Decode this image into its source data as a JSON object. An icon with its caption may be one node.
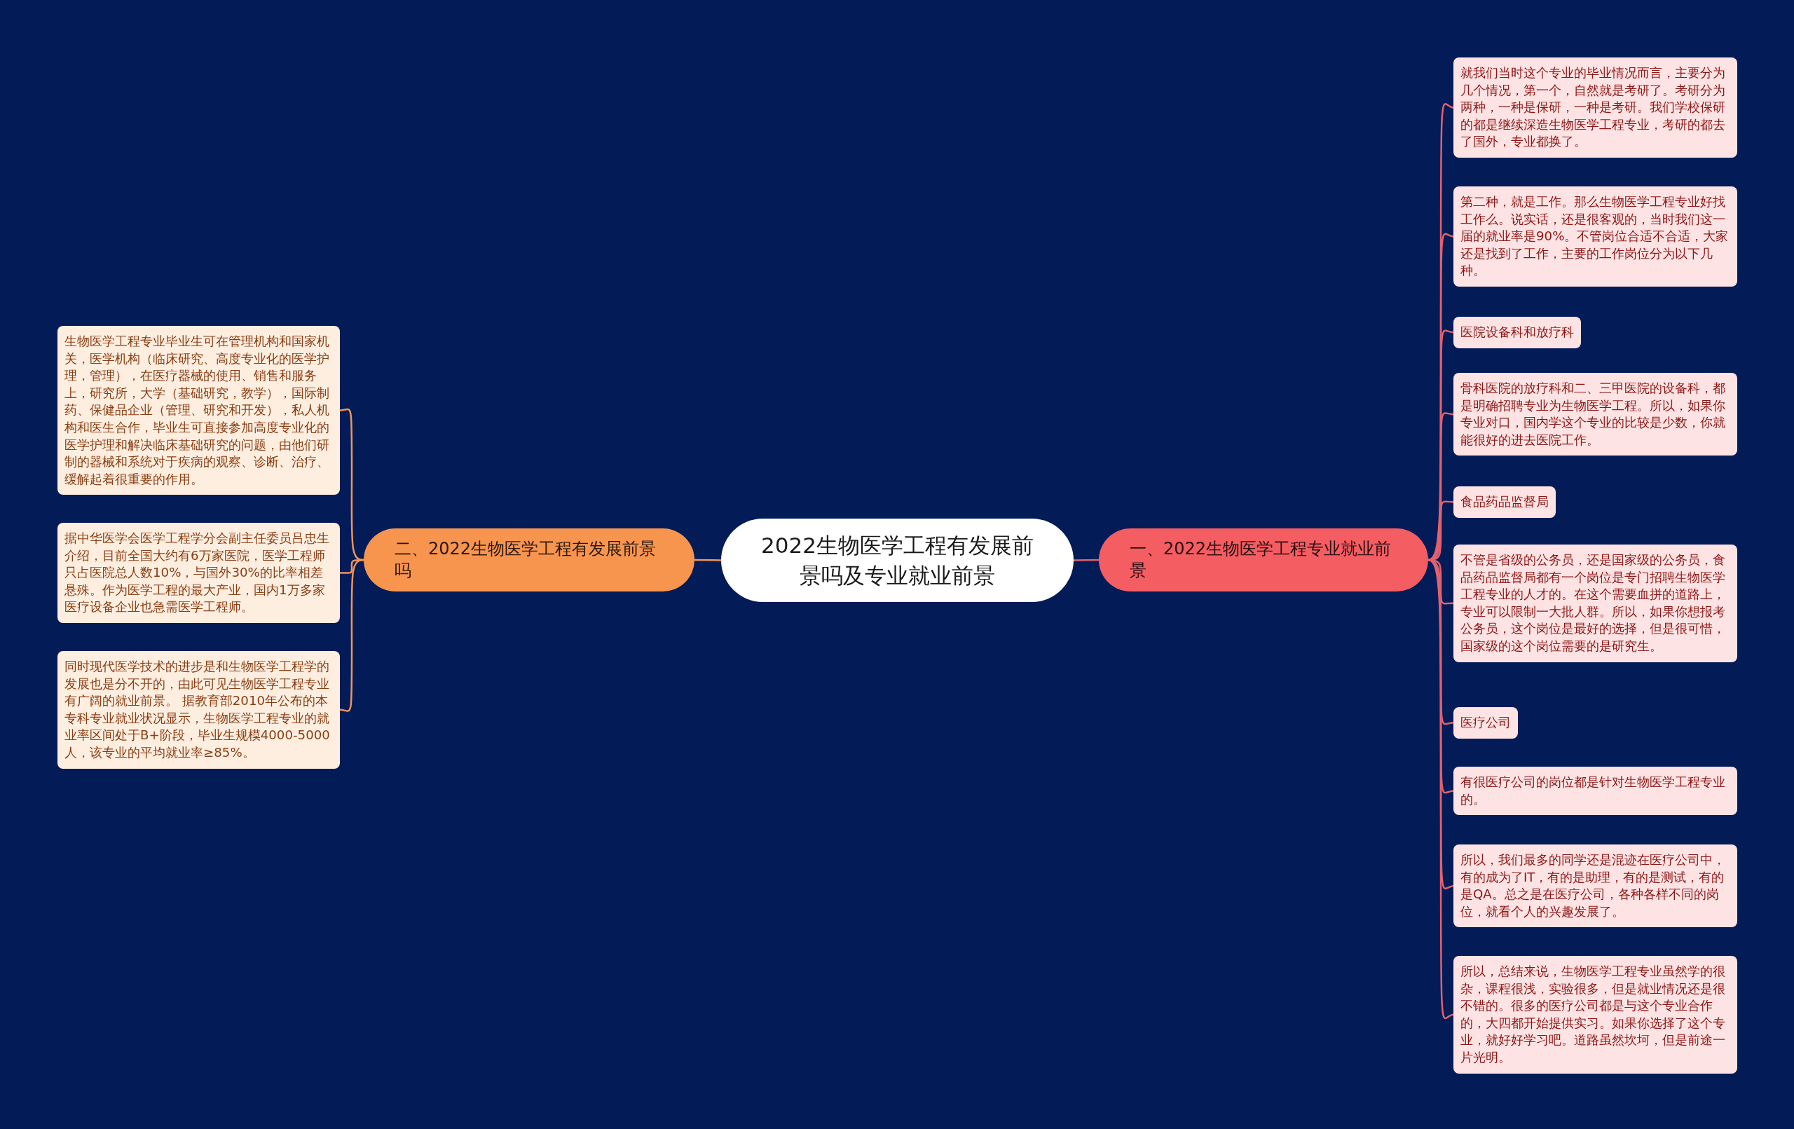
{
  "diagram": {
    "nodes": [
      {
        "text": [
          "2022生物医学工程有发展前景吗及专业就业前景"
        ]
      },
      {
        "text": [
          "一、2022生物医学工程专业就业前景"
        ]
      },
      {
        "text": [
          "就我们当时这个专业的毕业情况而言，主要分为几个情况，第一个，自然就是考研了。考研分为两种，一种是保研，一种是考研。我们学校保研的都是继续深造生物医学工程专业，考研的都去了国外，专业都换了。"
        ]
      },
      {
        "text": [
          "第二种，就是工作。那么生物医学工程专业好找工作么。说实话，还是很客观的，当时我们这一届的就业率是90%。不管岗位合适不合适，大家还是找到了工作，主要的工作岗位分为以下几种。"
        ]
      },
      {
        "text": [
          "医院设备科和放疗科"
        ]
      },
      {
        "text": [
          "骨科医院的放疗科和二、三甲医院的设备科，都是明确招聘专业为生物医学工程。所以，如果你专业对口，国内学这个专业的比较是少数，你就能很好的进去医院工作。"
        ]
      },
      {
        "text": [
          "食品药品监督局"
        ]
      },
      {
        "text": [
          "不管是省级的公务员，还是国家级的公务员，食品药品监督局都有一个岗位是专门招聘生物医学工程专业的人才的。在这个需要血拼的道路上，专业可以限制一大批人群。所以，如果你想报考公务员，这个岗位是最好的选择，但是很可惜，国家级的这个岗位需要的是研究生。"
        ]
      },
      {
        "text": [
          "医疗公司"
        ]
      },
      {
        "text": [
          "有很医疗公司的岗位都是针对生物医学工程专业的。"
        ]
      },
      {
        "text": [
          "所以，我们最多的同学还是混迹在医疗公司中，有的成为了IT，有的是助理，有的是测试，有的是QA。总之是在医疗公司，各种各样不同的岗位，就看个人的兴趣发展了。"
        ]
      },
      {
        "text": [
          "所以，总结来说，生物医学工程专业虽然学的很杂，课程很浅，实验很多，但是就业情况还是很不错的。很多的医疗公司都是与这个专业合作的，大四都开始提供实习。如果你选择了这个专业，就好好学习吧。道路虽然坎坷，但是前途一片光明。"
        ]
      },
      {
        "text": [
          "二、2022生物医学工程有发展前景吗"
        ]
      },
      {
        "text": [
          "生物医学工程专业毕业生可在管理机构和国家机关，医学机构（临床研究、高度专业化的医学护理，管理），在医疗器械的使用、销售和服务上，研究所，大学（基础研究，教学），国际制药、保健品企业（管理、研究和开发），私人机构和医生合作，毕业生可直接参加高度专业化的医学护理和解决临床基础研究的问题，由他们研制的器械和系统对于疾病的观察、诊断、治疗、缓解起着很重要的作用。"
        ]
      },
      {
        "text": [
          "据中华医学会医学工程学分会副主任委员吕忠生介绍，目前全国大约有6万家医院，医学工程师只占医院总人数10%，与国外30%的比率相差悬殊。作为医学工程的最大产业，国内1万多家医疗设备企业也急需医学工程师。"
        ]
      },
      {
        "text": [
          "同时现代医学技术的进步是和生物医学工程学的发展也是分不开的，由此可见生物医学工程专业有广阔的就业前景。 据教育部2010年公布的本专科专业就业状况显示，生物医学工程专业的就业率区间处于B+阶段，毕业生规模4000-5000人，该专业的平均就业率≥85%。"
        ]
      }
    ],
    "edges": [
      {
        "from": 0,
        "to": 1,
        "arrow": "none"
      },
      {
        "from": 1,
        "to": 2,
        "arrow": "none"
      },
      {
        "from": 1,
        "to": 3,
        "arrow": "none"
      },
      {
        "from": 1,
        "to": 4,
        "arrow": "none"
      },
      {
        "from": 1,
        "to": 5,
        "arrow": "none"
      },
      {
        "from": 1,
        "to": 6,
        "arrow": "none"
      },
      {
        "from": 1,
        "to": 7,
        "arrow": "none"
      },
      {
        "from": 1,
        "to": 8,
        "arrow": "none"
      },
      {
        "from": 1,
        "to": 9,
        "arrow": "none"
      },
      {
        "from": 1,
        "to": 10,
        "arrow": "none"
      },
      {
        "from": 1,
        "to": 11,
        "arrow": "none"
      },
      {
        "from": 0,
        "to": 12,
        "arrow": "none",
        "color": "#f0955a"
      },
      {
        "from": 12,
        "to": 13,
        "arrow": "none",
        "color": "#f0955a"
      },
      {
        "from": 12,
        "to": 14,
        "arrow": "none",
        "color": "#f0955a"
      },
      {
        "from": 12,
        "to": 15,
        "arrow": "none",
        "color": "#f0955a"
      }
    ]
  }
}
